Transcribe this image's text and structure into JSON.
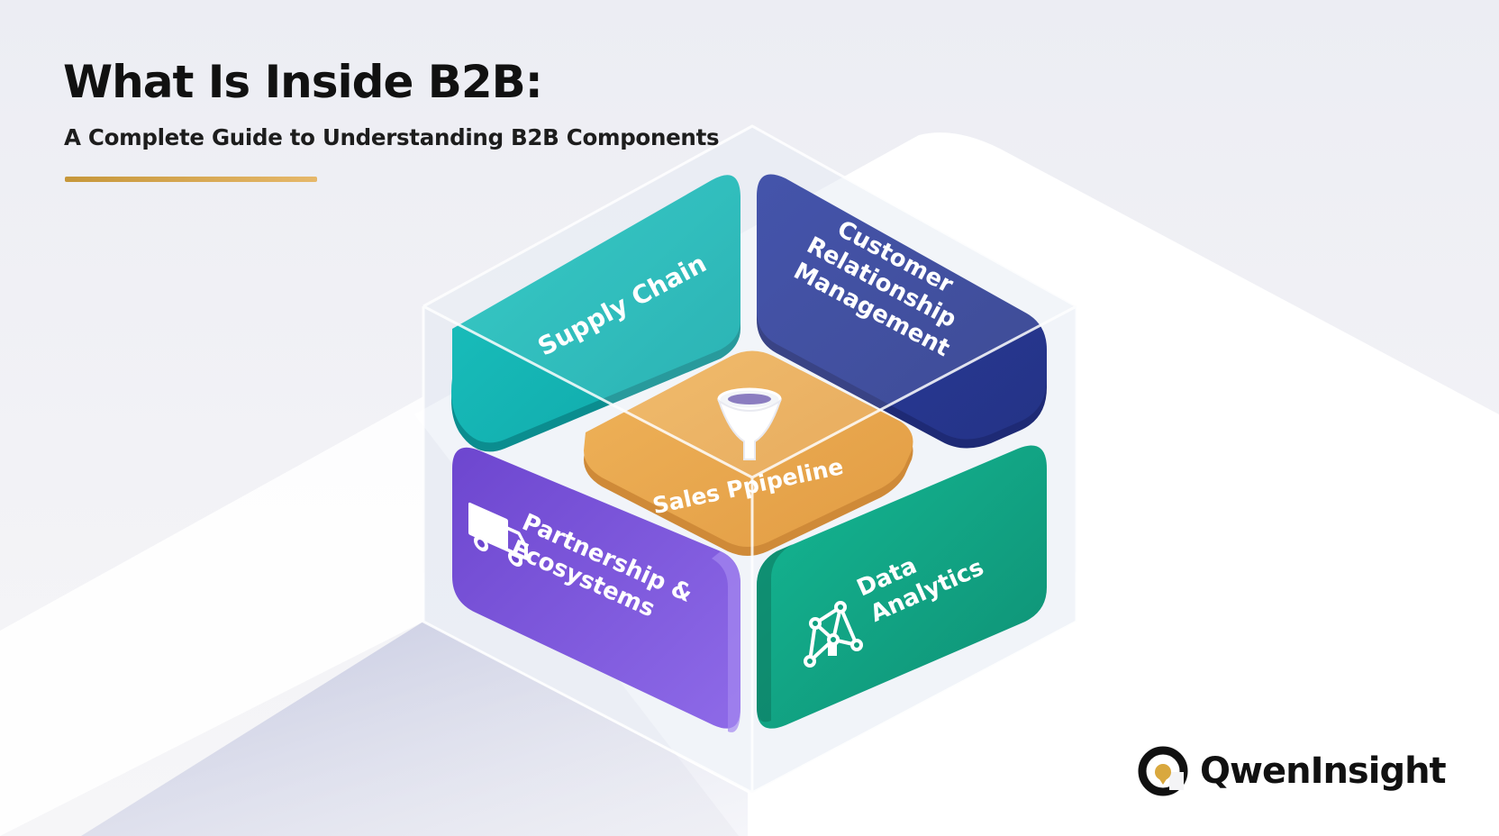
{
  "header": {
    "title": "What Is Inside B2B:",
    "subtitle": "A Complete Guide to Understanding B2B Components"
  },
  "tiles": {
    "supply_chain": {
      "label": "Supply Chain",
      "color": "#16b3b0"
    },
    "crm": {
      "lines": [
        "Customer",
        "Relationship",
        "Management"
      ],
      "color": "#2d3e9e"
    },
    "sales_pipeline": {
      "label": "Sales Ppipeline",
      "color": "#e9a94f",
      "icon": "funnel-icon"
    },
    "partnership": {
      "lines": [
        "Partnership &",
        "Ecosystems"
      ],
      "color": "#7b52d8",
      "icon": "truck-icon"
    },
    "data_analytics": {
      "lines": [
        "Data",
        "Analytics"
      ],
      "color": "#14a882",
      "icon": "network-chart-icon"
    }
  },
  "logo": {
    "text": "QwenInsight",
    "color": "#d9a83e"
  }
}
